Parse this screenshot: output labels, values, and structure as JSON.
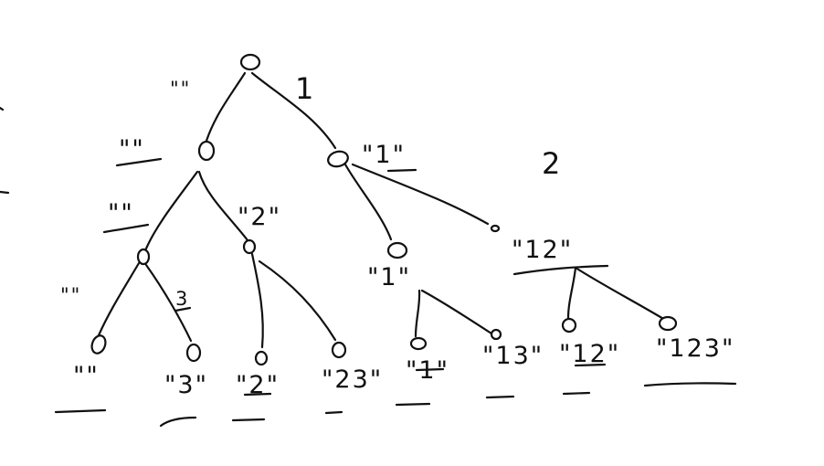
{
  "diagram": {
    "level_labels": [
      {
        "id": "level-1",
        "text": "1"
      },
      {
        "id": "level-2",
        "text": "2"
      }
    ],
    "labels": [
      {
        "id": "edge-root-left",
        "text": "\"\""
      },
      {
        "id": "node-left",
        "text": "\"\""
      },
      {
        "id": "node-right",
        "text": "\"1\""
      },
      {
        "id": "node-ll",
        "text": "\"\""
      },
      {
        "id": "node-lr",
        "text": "\"2\""
      },
      {
        "id": "node-rr",
        "text": "\"12\""
      },
      {
        "id": "node-rl",
        "text": "\"1\""
      },
      {
        "id": "edge-lll",
        "text": "\"\""
      },
      {
        "id": "edge-llr",
        "text": "3"
      },
      {
        "id": "leaf-1",
        "text": "\"\""
      },
      {
        "id": "leaf-2",
        "text": "\"3\""
      },
      {
        "id": "leaf-3",
        "text": "\"2\""
      },
      {
        "id": "leaf-4",
        "text": "\"23\""
      },
      {
        "id": "leaf-5",
        "text": "\"1\""
      },
      {
        "id": "leaf-6",
        "text": "\"13\""
      },
      {
        "id": "leaf-7",
        "text": "\"12\""
      },
      {
        "id": "leaf-8",
        "text": "\"123\""
      }
    ]
  }
}
